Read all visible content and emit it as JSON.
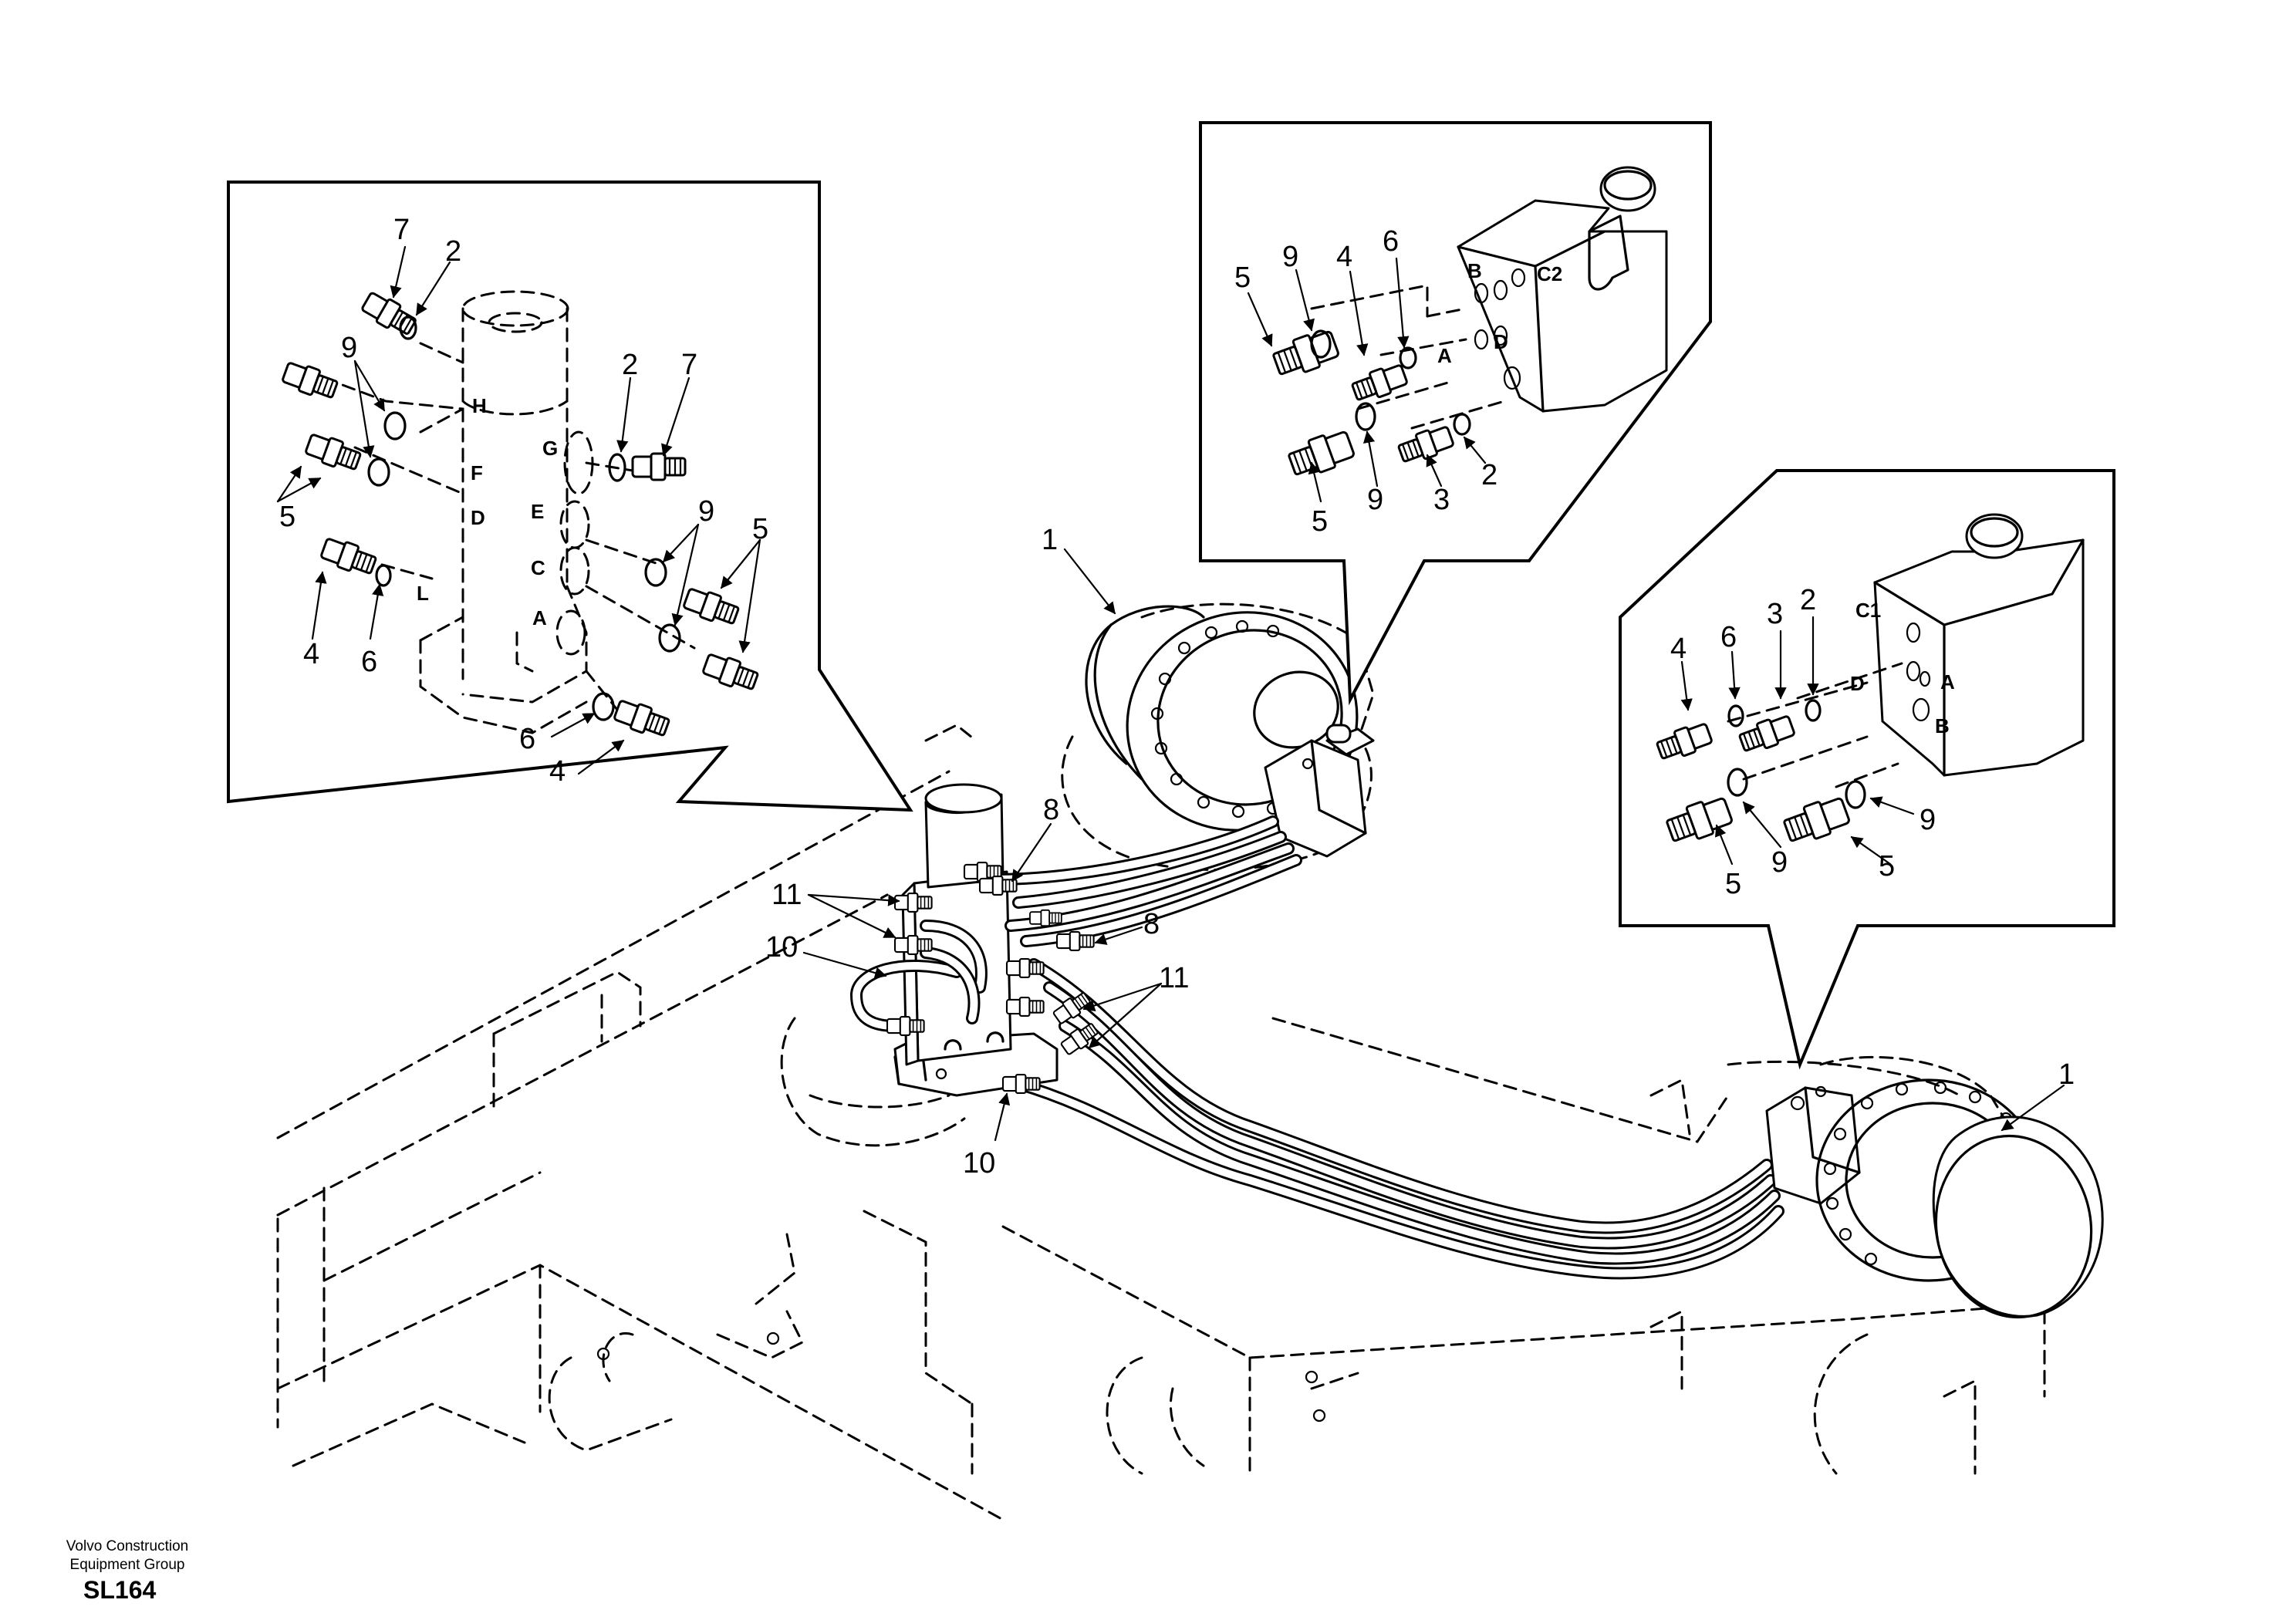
{
  "footer": {
    "company_line1": "Volvo Construction",
    "company_line2": "Equipment Group",
    "drawing_code": "SL164"
  },
  "callouts": {
    "c1": "1",
    "c2": "1",
    "c8a": "8",
    "c8b": "8",
    "c10a": "10",
    "c10b": "10",
    "c11a": "11",
    "c11b": "11"
  },
  "detail_swivel": {
    "n7a": "7",
    "n2a": "2",
    "n9a": "9",
    "n5a": "5",
    "n4a": "4",
    "n6a": "6",
    "n2b": "2",
    "n7b": "7",
    "n9b": "9",
    "n5b": "5",
    "n6b": "6",
    "n4b": "4",
    "ports": {
      "H": "H",
      "F": "F",
      "G": "G",
      "D": "D",
      "E": "E",
      "C": "C",
      "L": "L",
      "A": "A"
    }
  },
  "detail_motor_c2": {
    "n5a": "5",
    "n9a": "9",
    "n4": "4",
    "n6": "6",
    "n5b": "5",
    "n9b": "9",
    "n3": "3",
    "n2": "2",
    "ports": {
      "B": "B",
      "C2": "C2",
      "A": "A",
      "D": "D"
    }
  },
  "detail_motor_c1": {
    "n4": "4",
    "n6": "6",
    "n3": "3",
    "n2": "2",
    "n5a": "5",
    "n9a": "9",
    "n9b": "9",
    "n5b": "5",
    "ports": {
      "C1": "C1",
      "A": "A",
      "D": "D",
      "B": "B"
    }
  }
}
